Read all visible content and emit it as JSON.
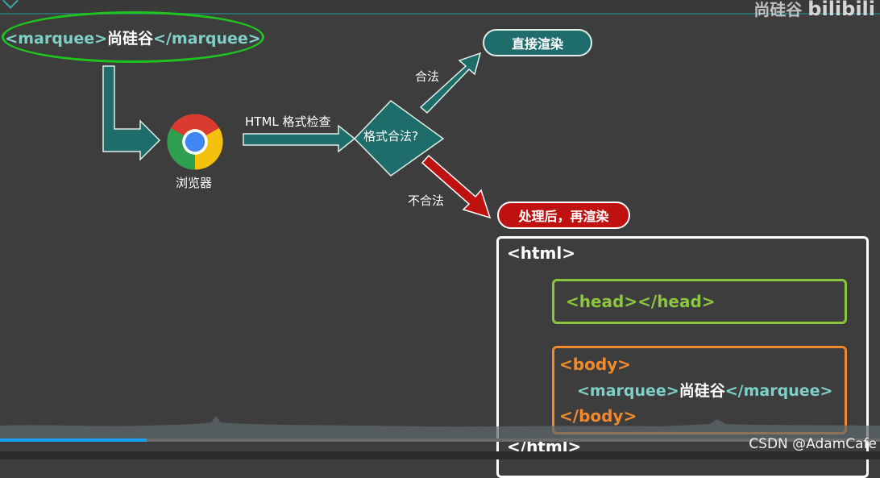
{
  "watermark": {
    "brand": "尚硅谷",
    "logo": "bilibili"
  },
  "source": {
    "tag_open": "<marquee>",
    "text": "尚硅谷",
    "tag_close": "</marquee>"
  },
  "browser": {
    "label": "浏览器"
  },
  "check": {
    "label": "HTML 格式检查"
  },
  "decision": {
    "label": "格式合法?"
  },
  "branch": {
    "valid_label": "合法",
    "invalid_label": "不合法"
  },
  "results": {
    "valid": "直接渲染",
    "invalid": "处理后，再渲染"
  },
  "codebox": {
    "html_open": "<html>",
    "head": "<head></head>",
    "body_open": "<body>",
    "inner_tag_open": "<marquee>",
    "inner_text": "尚硅谷",
    "inner_tag_close": "</marquee>",
    "body_close": "</body>",
    "html_close": "</html>"
  },
  "footer": {
    "watermark": "CSDN @AdamCafe"
  },
  "player": {
    "progress": 0.167
  },
  "colors": {
    "teal": "#1e6d6b",
    "red": "#c01111",
    "green_outline": "#1fc41f",
    "head_green": "#8cc63f",
    "body_orange": "#f08a2c",
    "progress_blue": "#1da1f2"
  }
}
